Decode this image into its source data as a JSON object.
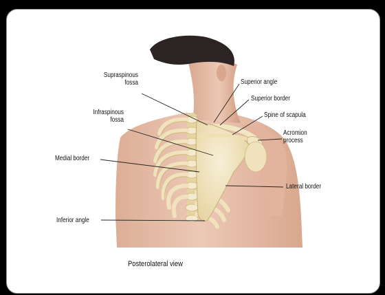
{
  "labels": {
    "supraspinous": "Supraspinous\nfossa",
    "superior_angle": "Superior angle",
    "superior_border": "Superior border",
    "infraspinous": "Infraspinous\nfossa",
    "spine": "Spine of scapula",
    "acromion": "Acromion\nprocess",
    "medial_border": "Medial border",
    "lateral_border": "Lateral border",
    "inferior_angle": "Inferior angle"
  },
  "caption": "Posterolateral view",
  "colors": {
    "skin": "#e8c2ae",
    "skin_shadow": "#d39f86",
    "hair": "#2b2423",
    "bone": "#f2e7c4",
    "bone_shadow": "#d8c58e",
    "leader_line": "#222222"
  }
}
